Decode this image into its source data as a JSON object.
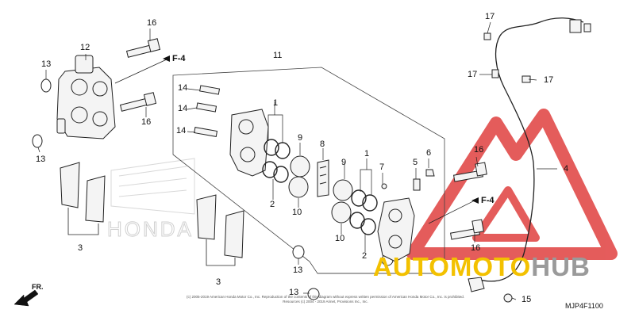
{
  "diagram_code": "MJP4F1100",
  "copyright_text": "(c) 2005-2019 American Honda Motor Co., Inc. Reproduction of the contents of this diagram without express written permission of American Honda Motor Co., Inc. is prohibited. Resources (c) 2004 - 2019 Arinet, Provisions Inc., Inc.",
  "watermark": {
    "part1": "AUTOMOTO",
    "part2": "HUB"
  },
  "direction_label": "FR.",
  "reference_label": "F-4",
  "callouts": {
    "c16a": "16",
    "c12": "12",
    "c13a": "13",
    "c16b": "16",
    "c13b": "13",
    "c3a": "3",
    "c11": "11",
    "c14a": "14",
    "c14b": "14",
    "c14c": "14",
    "c1a": "1",
    "c9a": "9",
    "c8": "8",
    "c2a": "2",
    "c10a": "10",
    "c1b": "1",
    "c9b": "9",
    "c7": "7",
    "c6": "6",
    "c5": "5",
    "c10b": "10",
    "c2b": "2",
    "c3b": "3",
    "c13c": "13",
    "c13d": "13",
    "c17a": "17",
    "c17b": "17",
    "c17c": "17",
    "c16c": "16",
    "c4": "4",
    "c16d": "16",
    "c15": "15"
  },
  "colors": {
    "line": "#222222",
    "watermark_red": "#e0403f",
    "watermark_yellow": "#f3c100",
    "watermark_gray": "#9a9a9a"
  }
}
